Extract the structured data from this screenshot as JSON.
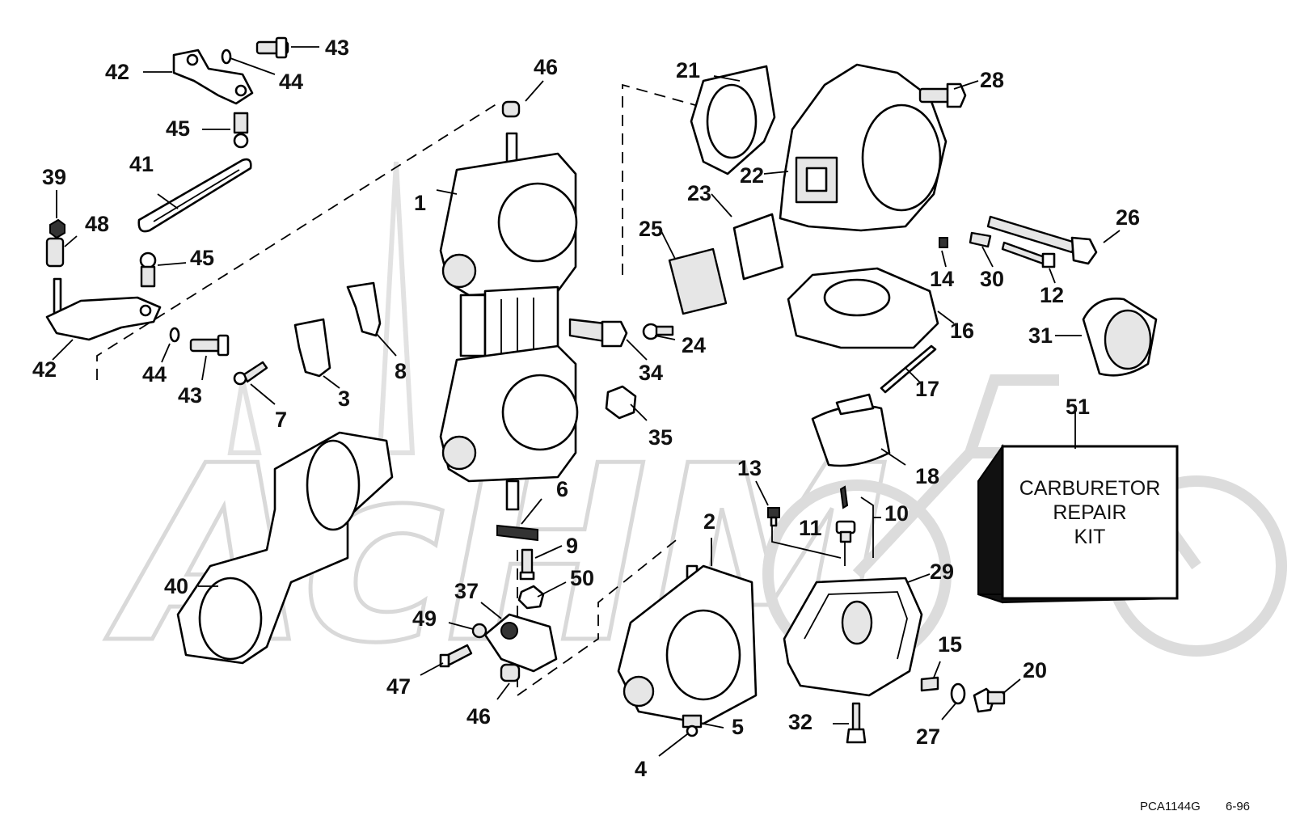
{
  "watermark": {
    "text": "AcHM"
  },
  "kit_label": {
    "line1": "CARBURETOR",
    "line2": "REPAIR",
    "line3": "KIT"
  },
  "footer": {
    "code": "PCA1144G",
    "date": "6-96"
  },
  "callouts": {
    "c1": "1",
    "c2": "2",
    "c3": "3",
    "c4": "4",
    "c5": "5",
    "c6": "6",
    "c7": "7",
    "c8": "8",
    "c9": "9",
    "c10": "10",
    "c11": "11",
    "c12": "12",
    "c13": "13",
    "c14": "14",
    "c15": "15",
    "c16": "16",
    "c17": "17",
    "c18": "18",
    "c20": "20",
    "c21": "21",
    "c22": "22",
    "c23": "23",
    "c24": "24",
    "c25": "25",
    "c26": "26",
    "c27": "27",
    "c28": "28",
    "c29": "29",
    "c30": "30",
    "c31": "31",
    "c32": "32",
    "c34": "34",
    "c35": "35",
    "c37": "37",
    "c39": "39",
    "c40": "40",
    "c41": "41",
    "c42a": "42",
    "c42b": "42",
    "c43a": "43",
    "c43b": "43",
    "c44a": "44",
    "c44b": "44",
    "c45a": "45",
    "c45b": "45",
    "c46a": "46",
    "c46b": "46",
    "c47": "47",
    "c48": "48",
    "c49": "49",
    "c50": "50",
    "c51": "51"
  }
}
